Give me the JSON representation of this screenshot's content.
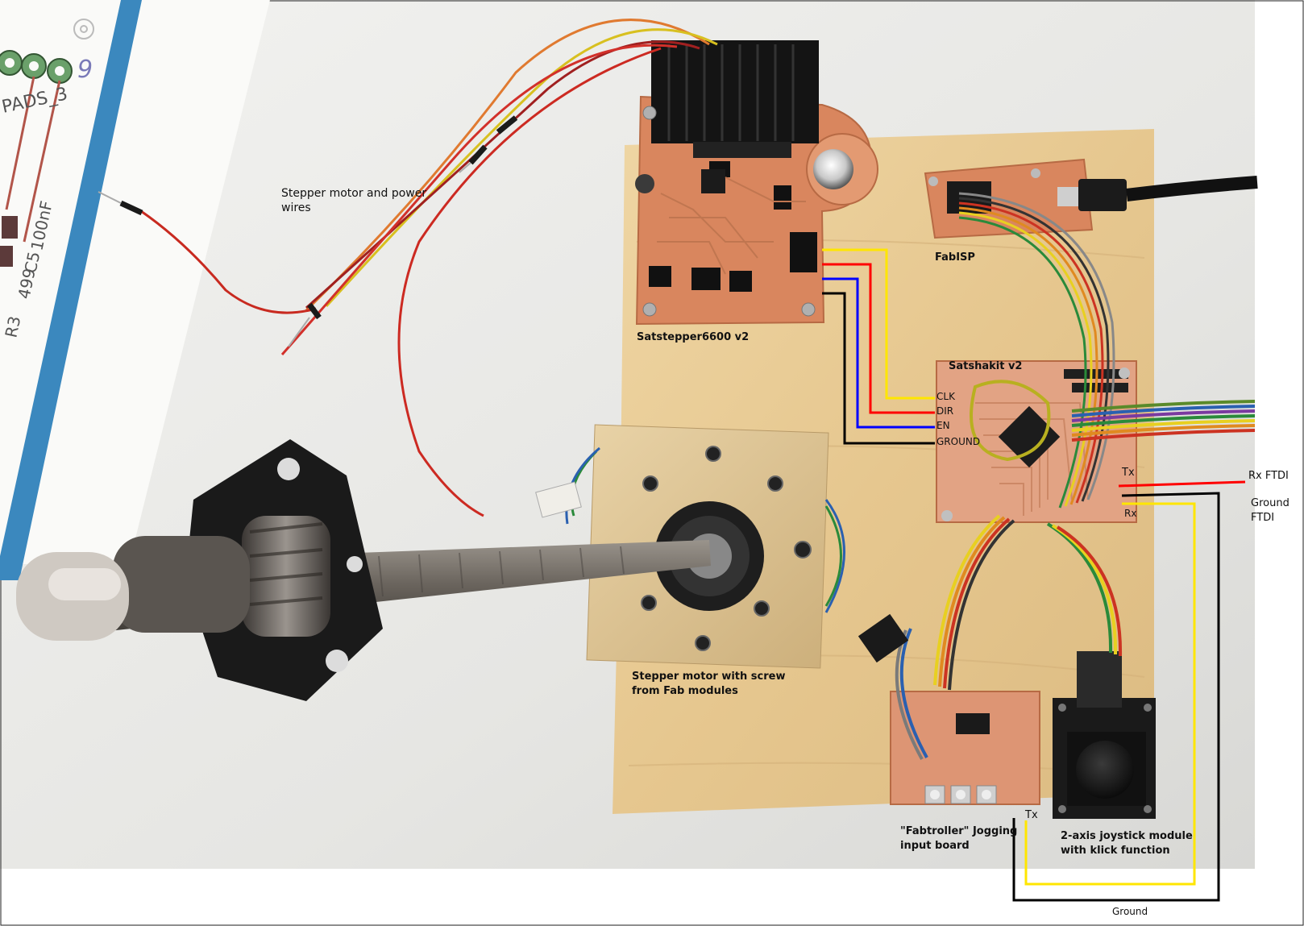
{
  "labels": {
    "stepper_wires_1": "Stepper motor  and power",
    "stepper_wires_2": "wires",
    "satstepper": "Satstepper6600 v2",
    "fabisp": "FabISP",
    "satshakit": "Satshakit v2",
    "clk": "CLK",
    "dir": "DIR",
    "en": "EN",
    "ground_pin": "GROUND",
    "tx_top": "Tx",
    "rx": "Rx",
    "rx_ftdi": "Rx FTDI",
    "ground_ftdi_1": "Ground",
    "ground_ftdi_2": "FTDI",
    "motor_screw_1": "Stepper motor with screw",
    "motor_screw_2": "from Fab modules",
    "fabtroller_1": "\"Fabtroller\" Jogging",
    "fabtroller_2": "input board",
    "tx_bottom": "Tx",
    "joystick_1": "2-axis joystick module",
    "joystick_2": "with klick function",
    "ground_bottom": "Ground"
  },
  "schematic_text": {
    "pads": "PADS_3",
    "nine": "9",
    "r3": "R3",
    "r499": "499",
    "c5": "C5",
    "cap": "100nF"
  },
  "colors": {
    "clk_wire": "#ffe600",
    "dir_wire": "#ff0000",
    "en_wire": "#0000ff",
    "ground_wire": "#000000",
    "pcb": "#d9865e",
    "plywood": "#e8cc96"
  }
}
